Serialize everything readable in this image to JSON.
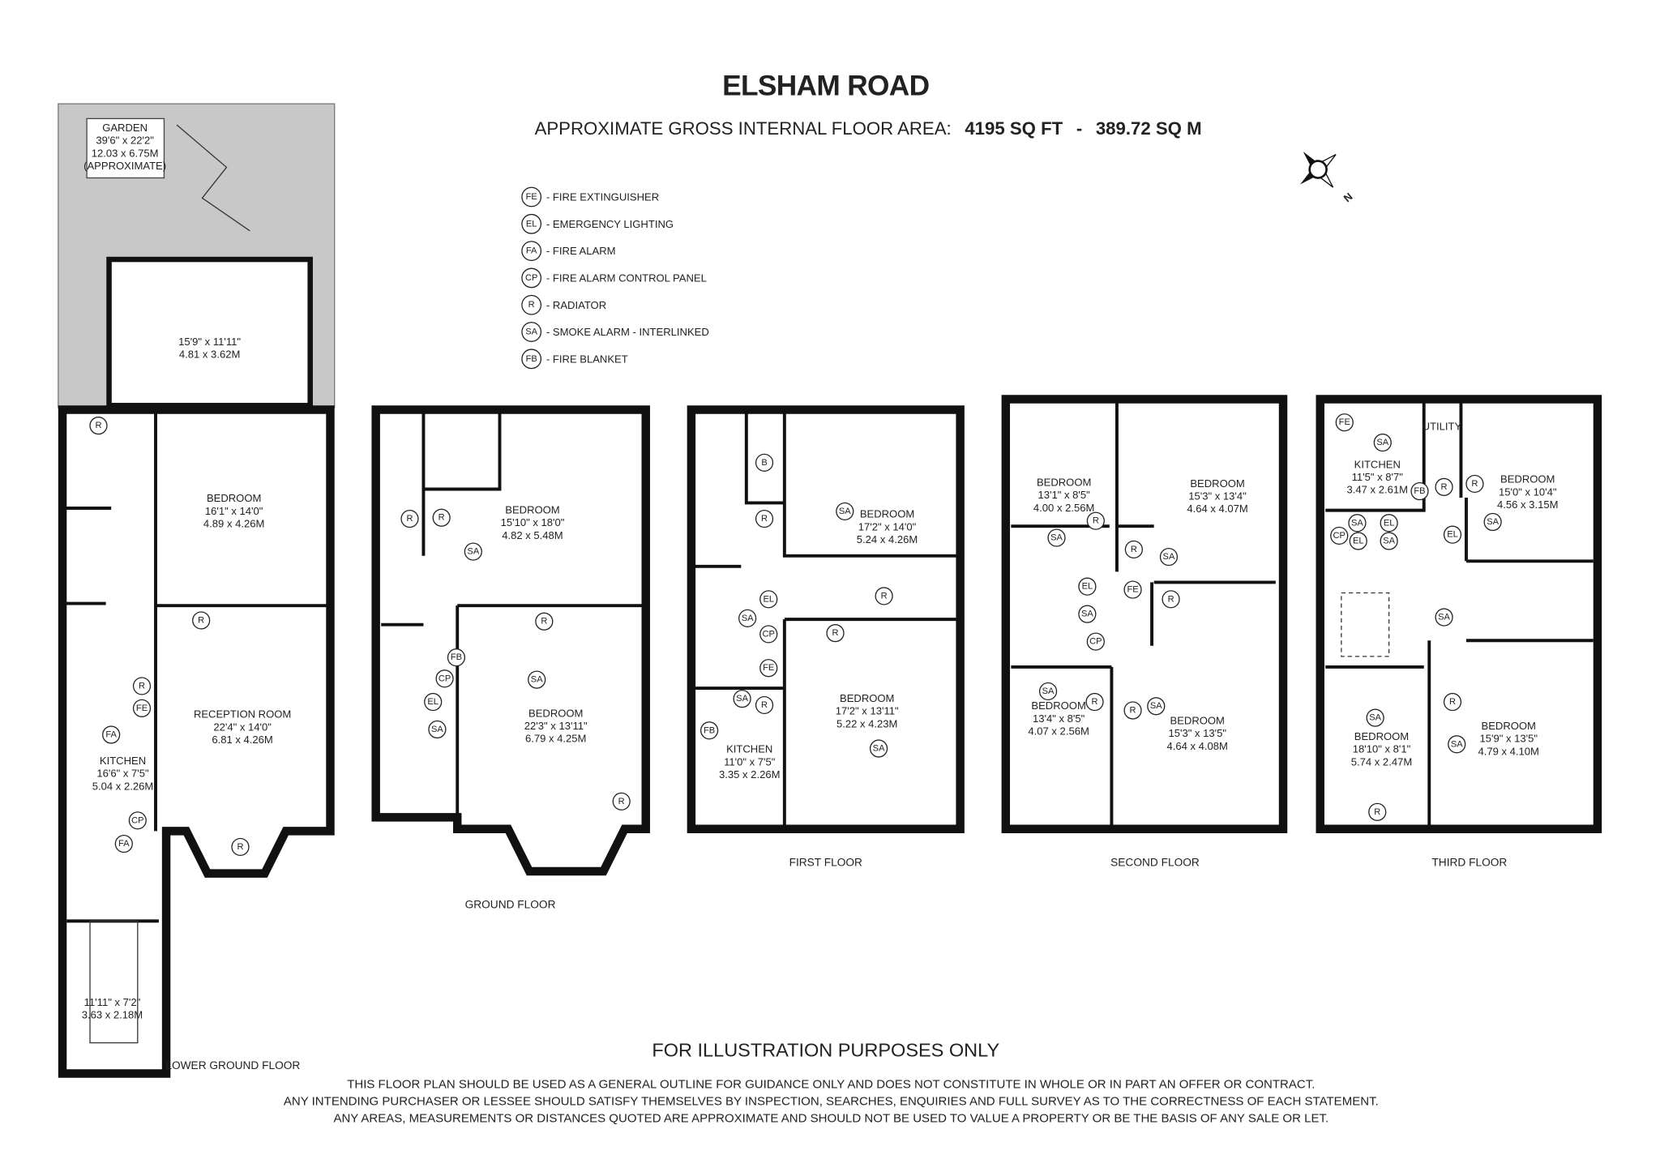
{
  "title": "ELSHAM ROAD",
  "area": {
    "label": "APPROXIMATE GROSS INTERNAL FLOOR AREA:",
    "sqft": "4195 SQ FT",
    "separator": "-",
    "sqm": "389.72 SQ M"
  },
  "compass": {
    "north_label": "N"
  },
  "legend": [
    {
      "code": "FE",
      "label": "- FIRE EXTINGUISHER"
    },
    {
      "code": "EL",
      "label": "- EMERGENCY LIGHTING"
    },
    {
      "code": "FA",
      "label": "- FIRE ALARM"
    },
    {
      "code": "CP",
      "label": "- FIRE ALARM CONTROL PANEL"
    },
    {
      "code": "R",
      "label": " - RADIATOR"
    },
    {
      "code": "SA",
      "label": "- SMOKE ALARM - INTERLINKED"
    },
    {
      "code": "FB",
      "label": "- FIRE BLANKET"
    }
  ],
  "colors": {
    "walls": "#111111",
    "garden": "#c8c8c8",
    "background": "#ffffff"
  },
  "garden": {
    "name": "GARDEN",
    "imperial": "39'6\" x 22'2\"",
    "metric": "12.03 x 6.75M",
    "note": "(APPROXIMATE)"
  },
  "floors": [
    {
      "name": "LOWER GROUND FLOOR",
      "rooms": [
        {
          "name": "",
          "imperial": "15'9\" x 11'11\"",
          "metric": "4.81 x 3.62M"
        },
        {
          "name": "BEDROOM",
          "imperial": "16'1\" x 14'0\"",
          "metric": "4.89 x 4.26M"
        },
        {
          "name": "RECEPTION ROOM",
          "imperial": "22'4\" x 14'0\"",
          "metric": "6.81 x 4.26M"
        },
        {
          "name": "KITCHEN",
          "imperial": "16'6\" x 7'5\"",
          "metric": "5.04 x 2.26M"
        },
        {
          "name": "",
          "imperial": "11'11\" x 7'2\"",
          "metric": "3.63 x 2.18M"
        }
      ],
      "symbols": [
        "R",
        "R",
        "R",
        "FE",
        "FA",
        "CP",
        "FA",
        "R"
      ]
    },
    {
      "name": "GROUND FLOOR",
      "rooms": [
        {
          "name": "BEDROOM",
          "imperial": "15'10\" x 18'0\"",
          "metric": "4.82 x 5.48M"
        },
        {
          "name": "BEDROOM",
          "imperial": "22'3\" x 13'11\"",
          "metric": "6.79 x 4.25M"
        }
      ],
      "symbols": [
        "R",
        "R",
        "SA",
        "R",
        "SA",
        "FB",
        "CP",
        "EL",
        "SA",
        "R"
      ]
    },
    {
      "name": "FIRST FLOOR",
      "rooms": [
        {
          "name": "BEDROOM",
          "imperial": "17'2\" x 14'0\"",
          "metric": "5.24 x 4.26M"
        },
        {
          "name": "BEDROOM",
          "imperial": "17'2\" x 13'11\"",
          "metric": "5.22 x 4.23M"
        },
        {
          "name": "KITCHEN",
          "imperial": "11'0\" x 7'5\"",
          "metric": "3.35 x 2.26M"
        }
      ],
      "symbols": [
        "B",
        "R",
        "SA",
        "EL",
        "SA",
        "CP",
        "FE",
        "SA",
        "R",
        "FB",
        "R",
        "R",
        "SA"
      ]
    },
    {
      "name": "SECOND FLOOR",
      "rooms": [
        {
          "name": "BEDROOM",
          "imperial": "13'1\" x 8'5\"",
          "metric": "4.00 x 2.56M"
        },
        {
          "name": "BEDROOM",
          "imperial": "15'3\" x 13'4\"",
          "metric": "4.64 x 4.07M"
        },
        {
          "name": "BEDROOM",
          "imperial": "13'4\" x 8'5\"",
          "metric": "4.07 x 2.56M"
        },
        {
          "name": "BEDROOM",
          "imperial": "15'3\" x 13'5\"",
          "metric": "4.64 x 4.08M"
        }
      ],
      "symbols": [
        "R",
        "SA",
        "R",
        "SA",
        "EL",
        "FE",
        "SA",
        "CP",
        "R",
        "SA",
        "R",
        "R",
        "SA"
      ]
    },
    {
      "name": "THIRD FLOOR",
      "rooms": [
        {
          "name": "UTILITY",
          "imperial": "",
          "metric": ""
        },
        {
          "name": "KITCHEN",
          "imperial": "11'5\" x 8'7\"",
          "metric": "3.47 x 2.61M"
        },
        {
          "name": "BEDROOM",
          "imperial": "15'0\" x 10'4\"",
          "metric": "4.56 x 3.15M"
        },
        {
          "name": "BEDROOM",
          "imperial": "18'10\" x 8'1\"",
          "metric": "5.74 x 2.47M"
        },
        {
          "name": "BEDROOM",
          "imperial": "15'9\" x 13'5\"",
          "metric": "4.79 x 4.10M"
        }
      ],
      "symbols": [
        "FE",
        "SA",
        "FB",
        "R",
        "R",
        "SA",
        "SA",
        "EL",
        "CP",
        "EL",
        "SA",
        "EL",
        "SA",
        "R",
        "SA",
        "SA",
        "R"
      ]
    }
  ],
  "footer": {
    "illustration": "FOR ILLUSTRATION PURPOSES ONLY",
    "disclaimer": [
      "THIS FLOOR PLAN SHOULD BE USED AS A GENERAL OUTLINE FOR GUIDANCE ONLY AND DOES NOT CONSTITUTE IN WHOLE OR IN PART AN OFFER OR CONTRACT.",
      "ANY INTENDING PURCHASER OR LESSEE SHOULD SATISFY THEMSELVES BY INSPECTION, SEARCHES, ENQUIRIES AND FULL SURVEY AS TO THE CORRECTNESS OF EACH STATEMENT.",
      "ANY AREAS, MEASUREMENTS OR DISTANCES QUOTED ARE APPROXIMATE AND SHOULD NOT BE USED TO VALUE A PROPERTY OR BE THE BASIS OF ANY SALE OR LET."
    ]
  }
}
